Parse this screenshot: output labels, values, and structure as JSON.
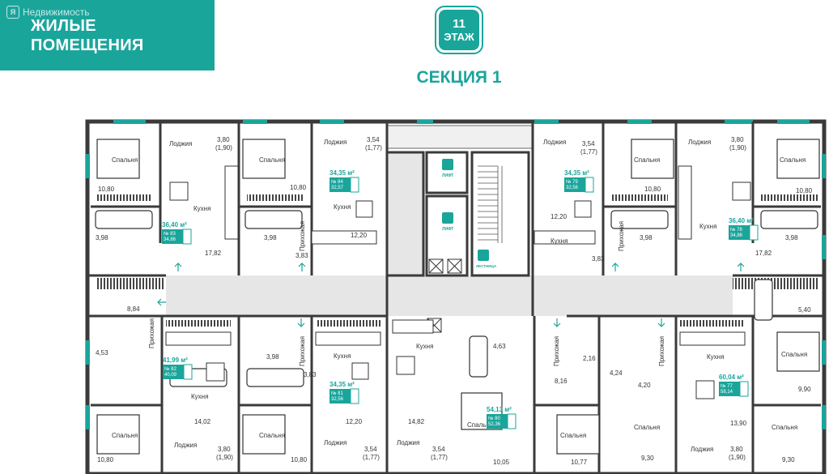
{
  "header": {
    "brand": "Недвижимость",
    "title_line1": "ЖИЛЫЕ",
    "title_line2": "ПОМЕЩЕНИЯ"
  },
  "floor": {
    "number": "11",
    "label": "ЭТАЖ"
  },
  "section": {
    "title": "СЕКЦИЯ 1"
  },
  "colors": {
    "accent": "#1aa59b",
    "wall": "#3a3a3a",
    "corridor": "#e6e6e6"
  },
  "rooms": {
    "loggia": "Лоджия",
    "bedroom": "Спальня",
    "kitchen": "Кухня",
    "hallway": "Прихожая",
    "lift": "ЛИФТ",
    "stairs": "ЛЕСТНИЦА"
  },
  "apartments": {
    "a83": {
      "area": "36,40 м²",
      "num": "№ 83",
      "liv": "34,86",
      "extra": "36,40"
    },
    "a84": {
      "area": "34,35 м²",
      "num": "№ 84",
      "liv": "32,57",
      "extra": "34,35"
    },
    "a79": {
      "area": "34,35 м²",
      "num": "№ 79",
      "liv": "32,56",
      "extra": "34,35"
    },
    "a78": {
      "area": "36,40 м²",
      "num": "№ 78",
      "liv": "34,86",
      "extra": "36,40"
    },
    "a82": {
      "area": "41,99 м²",
      "num": "№ 82",
      "liv": "40,09",
      "extra": "41,99"
    },
    "a81": {
      "area": "34,35 м²",
      "num": "№ 81",
      "liv": "32,56",
      "extra": "34,35"
    },
    "a80": {
      "area": "54,13 м²",
      "num": "№ 80",
      "liv": "52,36",
      "extra": "54,13"
    },
    "a77": {
      "area": "60,04 м²",
      "num": "№ 77",
      "liv": "58,14",
      "extra": "60,04"
    }
  },
  "dims": {
    "d380": "3,80",
    "d190": "(1,90)",
    "d354": "3,54",
    "d177": "(1,77)",
    "d1080": "10,80",
    "d398": "3,98",
    "d1782": "17,82",
    "d383": "3,83",
    "d1220": "12,20",
    "d884": "8,84",
    "d453": "4,53",
    "d1402": "14,02",
    "d1482": "14,82",
    "d463": "4,63",
    "d1005": "10,05",
    "d216": "2,16",
    "d816": "8,16",
    "d1077": "10,77",
    "d424": "4,24",
    "d420": "4,20",
    "d930": "9,30",
    "d540": "5,40",
    "d990": "9,90",
    "d1390": "13,90"
  }
}
